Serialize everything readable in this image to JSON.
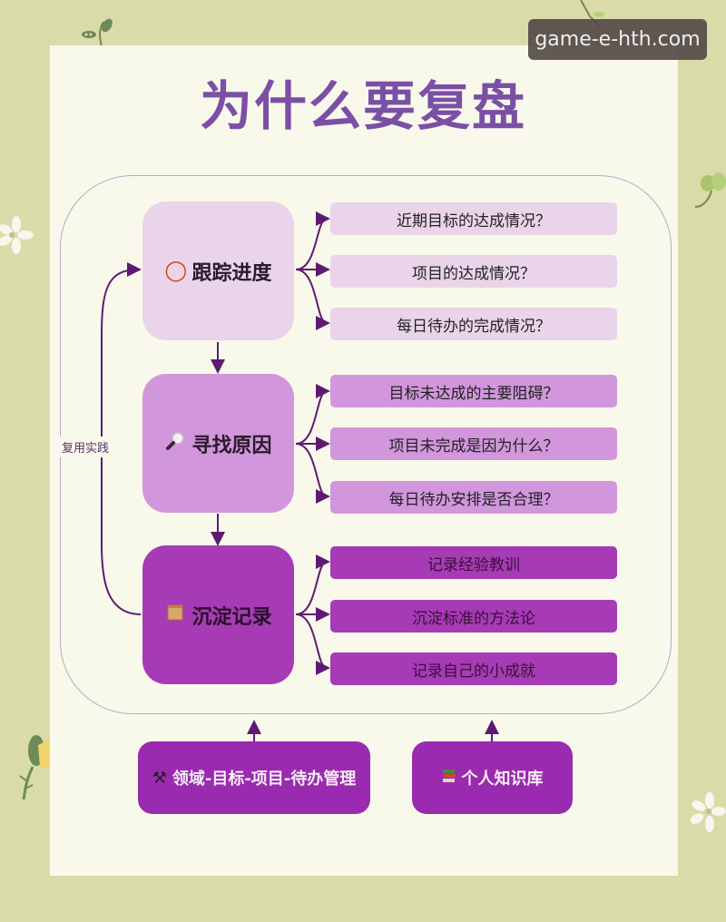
{
  "watermark": "game-e-hth.com",
  "title": "为什么要复盘",
  "loop_label": "复用实践",
  "sections": [
    {
      "label": "跟踪进度",
      "icon": "red-circle-icon",
      "icon_glyph": "⭕",
      "color": "#ead4ea",
      "questions": [
        "近期目标的达成情况？",
        "项目的达成情况？",
        "每日待办的完成情况？"
      ]
    },
    {
      "label": "寻找原因",
      "icon": "magnifier-icon",
      "icon_glyph": "🔎",
      "color": "#d196dc",
      "questions": [
        "目标未达成的主要阻碍？",
        "项目未完成是因为什么？",
        "每日待办安排是否合理？"
      ]
    },
    {
      "label": "沉淀记录",
      "icon": "scroll-icon",
      "icon_glyph": "📜",
      "color": "#a63bb5",
      "questions": [
        "记录经验教训",
        "沉淀标准的方法论",
        "记录自己的小成就"
      ]
    }
  ],
  "foundations": [
    {
      "label": "领域-目标-项目-待办管理",
      "icon": "hammer-pick-icon",
      "icon_glyph": "⚒"
    },
    {
      "label": "个人知识库",
      "icon": "books-icon",
      "icon_glyph": "📚"
    }
  ],
  "colors": {
    "background": "#d9dba8",
    "card": "#f8f9ea",
    "title": "#7b4fa6",
    "arrow": "#5e1a73",
    "frame": "#b6a9c4",
    "foundation_box": "#9a2aaf"
  }
}
